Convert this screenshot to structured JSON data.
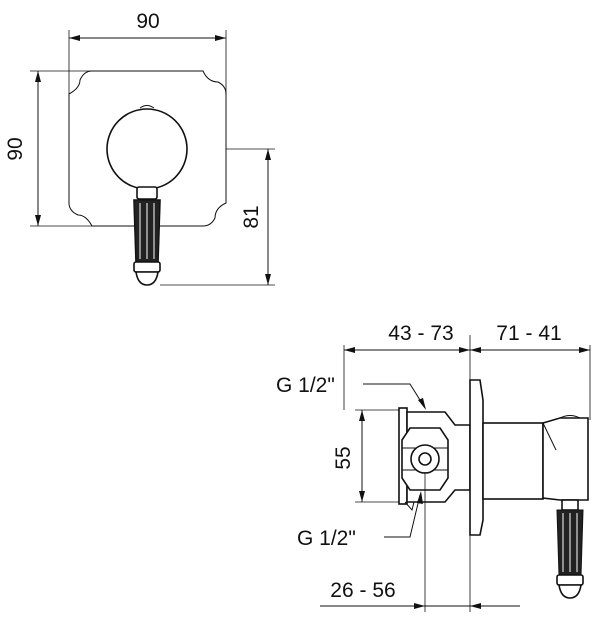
{
  "front_view": {
    "width_dim": "90",
    "height_dim": "90",
    "lever_dim": "81"
  },
  "side_view": {
    "depth_dim_left": "43 - 73",
    "depth_dim_right": "71 - 41",
    "height_dim": "55",
    "thread_top": "G 1/2\"",
    "thread_bottom": "G 1/2\"",
    "bottom_dim": "26 - 56"
  }
}
